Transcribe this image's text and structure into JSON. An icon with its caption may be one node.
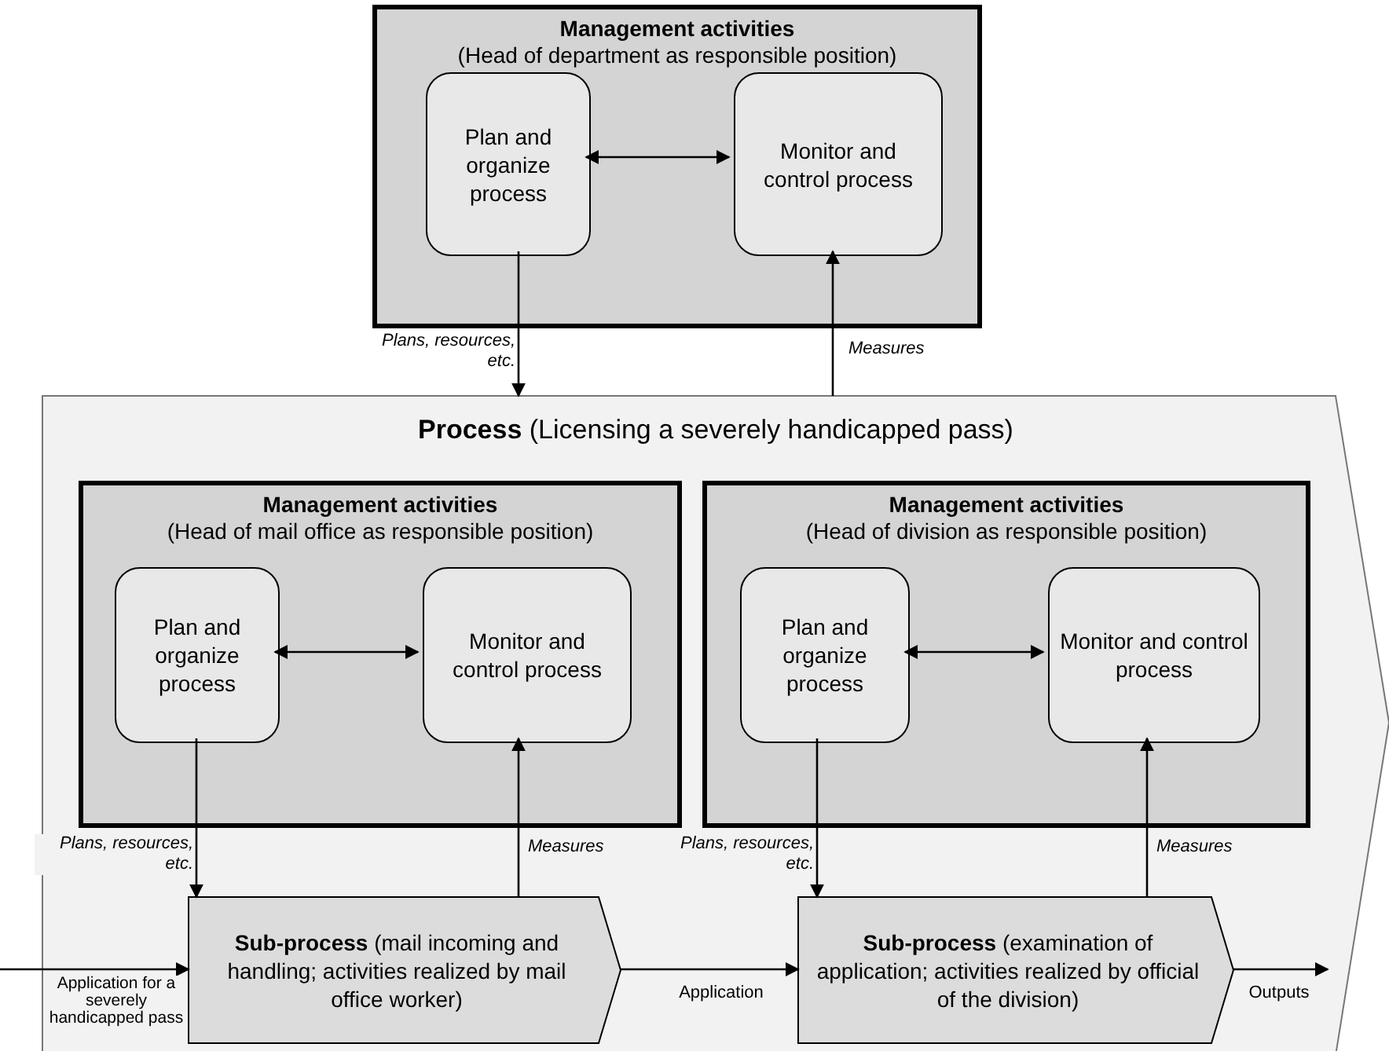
{
  "diagram": {
    "nodes": [
      {
        "text": [
          "Management activities",
          "(Head of department as responsible position)"
        ]
      },
      {
        "text": [
          "Plan and organize process"
        ],
        "in": 0
      },
      {
        "text": [
          "Monitor and control process"
        ],
        "in": 0
      },
      {
        "text": [
          "**Process** (Licensing a severely handicapped pass)"
        ]
      },
      {
        "text": [
          "Management activities",
          "(Head of mail office as responsible position)"
        ],
        "in": 3
      },
      {
        "text": [
          "Plan and organize process"
        ],
        "in": 4
      },
      {
        "text": [
          "Monitor and control process"
        ],
        "in": 4
      },
      {
        "text": [
          "Management activities",
          "(Head of division as responsible position)"
        ],
        "in": 3
      },
      {
        "text": [
          "Plan and organize process"
        ],
        "in": 7
      },
      {
        "text": [
          "Monitor and control process"
        ],
        "in": 7
      },
      {
        "text": [
          "**Sub-process** (mail incoming and handling; activities realized by mail office worker)"
        ],
        "in": 3
      },
      {
        "text": [
          "**Sub-process** (examination of application; activities realized by official of the division)"
        ],
        "in": 3
      }
    ],
    "edges": [
      {
        "from": 1,
        "to": 2,
        "arrow": "both"
      },
      {
        "from": 1,
        "to": 3,
        "arrow": "to",
        "label": "Plans, resources, etc."
      },
      {
        "from": 3,
        "to": 2,
        "arrow": "to",
        "label": "Measures"
      },
      {
        "from": 5,
        "to": 6,
        "arrow": "both"
      },
      {
        "from": 5,
        "to": 10,
        "arrow": "to",
        "label": "Plans, resources, etc."
      },
      {
        "from": 10,
        "to": 6,
        "arrow": "to",
        "label": "Measures"
      },
      {
        "from": 8,
        "to": 9,
        "arrow": "both"
      },
      {
        "from": 8,
        "to": 11,
        "arrow": "to",
        "label": "Plans, resources, etc."
      },
      {
        "from": 11,
        "to": 9,
        "arrow": "to",
        "label": "Measures"
      },
      {
        "from": null,
        "to": 10,
        "arrow": "to",
        "label": "Application for a severely handicapped pass"
      },
      {
        "from": 10,
        "to": 11,
        "arrow": "to",
        "label": "Application"
      },
      {
        "from": 11,
        "to": null,
        "arrow": "to",
        "label": "Outputs"
      }
    ]
  }
}
